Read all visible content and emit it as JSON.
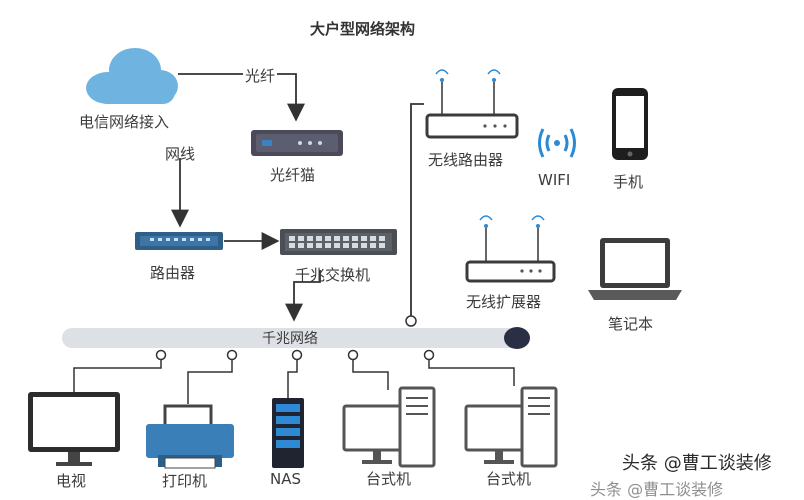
{
  "diagram": {
    "title": "大户型网络架构",
    "nodes": {
      "cloud": "电信网络接入",
      "modem": "光纤猫",
      "router": "路由器",
      "switch": "千兆交换机",
      "wireless_router": "无线路由器",
      "wifi": "WIFI",
      "phone": "手机",
      "extender": "无线扩展器",
      "laptop": "笔记本",
      "bus": "千兆网络",
      "tv": "电视",
      "printer": "打印机",
      "nas": "NAS",
      "desktop1": "台式机",
      "desktop2": "台式机"
    },
    "edges": {
      "cloud_to_modem": "光纤",
      "modem_to_router": "网线"
    }
  },
  "watermark": "头条 @曹工谈装修",
  "watermark_secondary": "头条 @曹工谈装修"
}
